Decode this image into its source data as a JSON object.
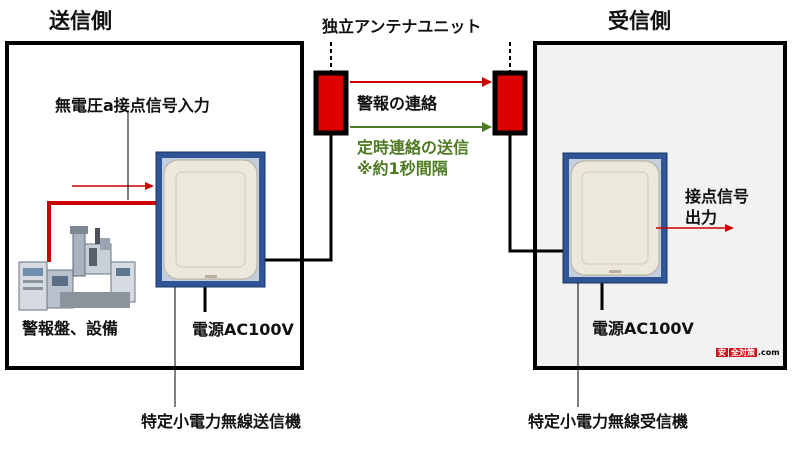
{
  "sender": {
    "title": "送信側",
    "input_label": "無電圧a接点信号入力",
    "equipment_label": "警報盤、設備",
    "power_label": "電源AC100V",
    "device_label": "特定小電力無線送信機"
  },
  "antenna": {
    "title": "独立アンテナユニット",
    "alarm_label": "警報の連絡",
    "periodic_label_1": "定時連絡の送信",
    "periodic_label_2": "※約1秒間隔"
  },
  "receiver": {
    "title": "受信側",
    "output_label_1": "接点信号",
    "output_label_2": "出力",
    "power_label": "電源AC100V",
    "device_label": "特定小電力無線受信機"
  },
  "logo": {
    "mark_1": "安",
    "mark_2": "全対策",
    "suffix": ".com"
  },
  "colors": {
    "alarm_line": "#cc0000",
    "periodic_line": "#4d7a22",
    "device_frame": "#2f5597",
    "device_body": "#ede8dc",
    "antenna_fill": "#dd0000"
  }
}
